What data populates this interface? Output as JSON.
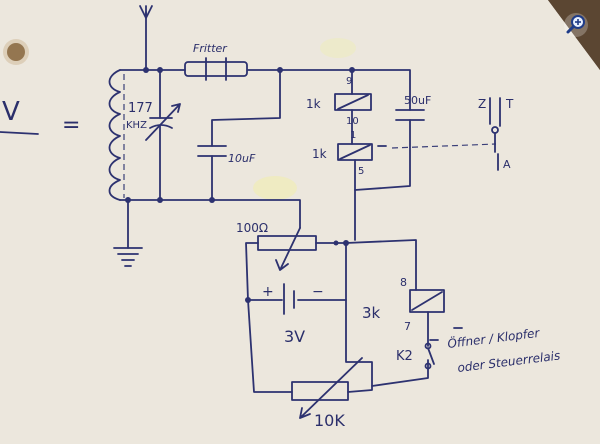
{
  "colors": {
    "paper": "#ece7dd",
    "ink": "#2d3270",
    "background": "#4a3a2c"
  },
  "icons": {
    "zoom": "magnifier-zoom-icon"
  },
  "margin_note": {
    "left_symbol": "V",
    "equals": "="
  },
  "labels": {
    "fritter": "Fritter",
    "freq_value": "177",
    "freq_unit": "KHZ",
    "r1": "1k",
    "pin9": "9",
    "pin10": "10",
    "pin1": "1",
    "r2": "1k",
    "pin5": "5",
    "cap50": "50uF",
    "cap10": "10uF",
    "switch_z": "Z",
    "switch_t": "T",
    "switch_a": "A",
    "r100": "100Ω",
    "battery_plus": "+",
    "battery_minus": "−",
    "battery_v": "3V",
    "pin8": "8",
    "r3k": "3k",
    "pin7": "7",
    "k2": "K2",
    "note_line1": "Öffner / Klopfer",
    "note_line2": "oder Steuerrelais",
    "r10k": "10K"
  }
}
